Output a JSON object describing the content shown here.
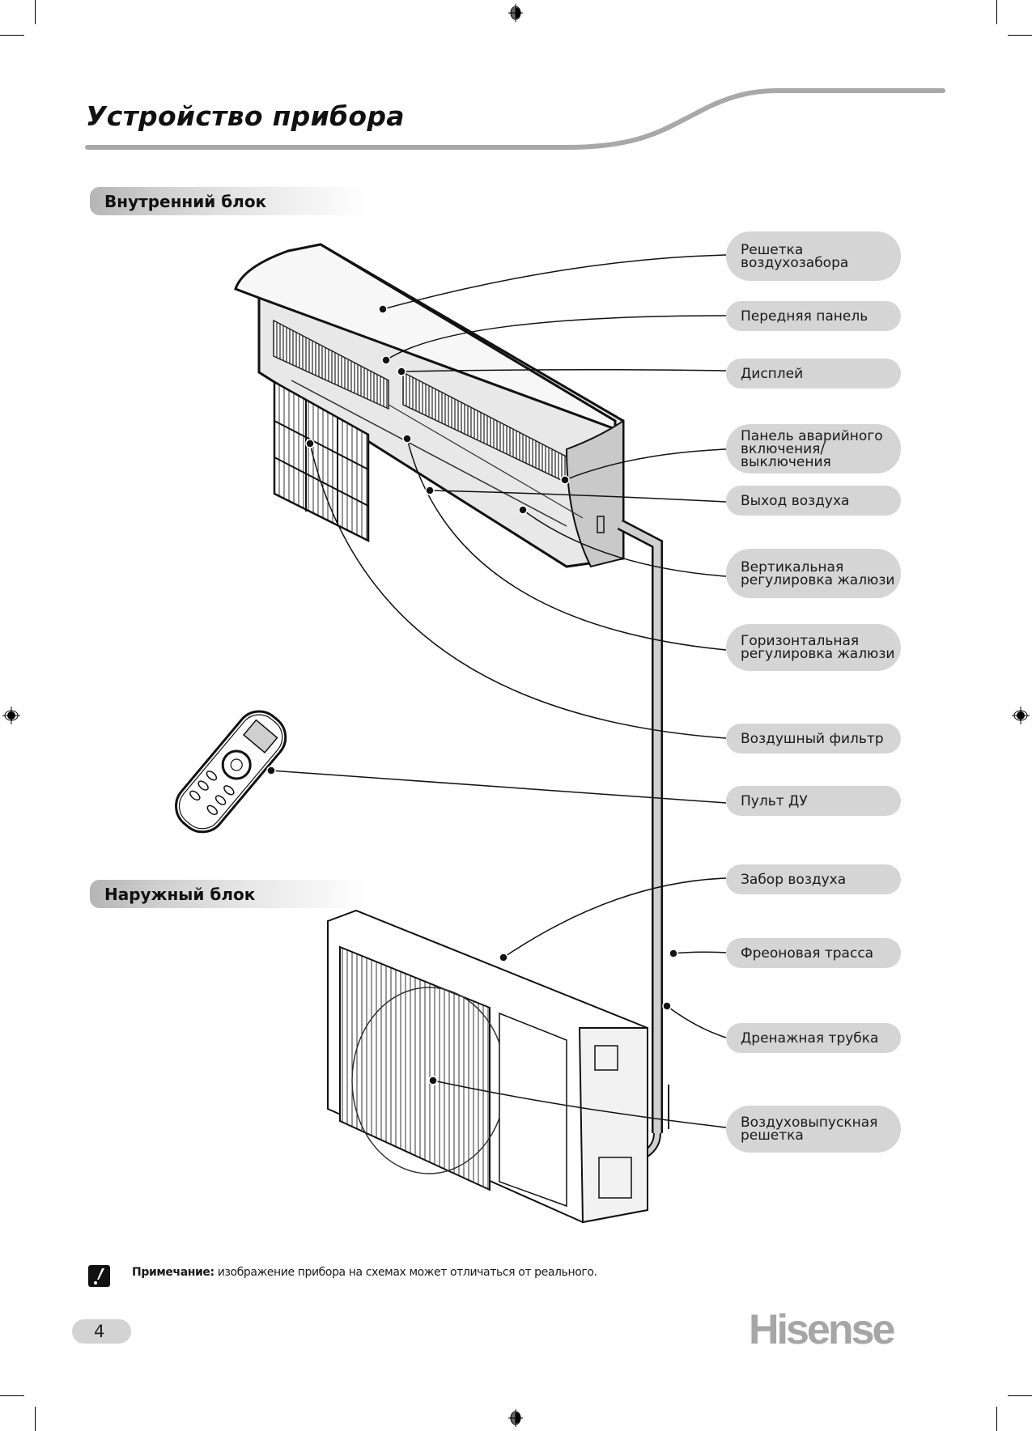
{
  "page": {
    "title": "Устройство прибора",
    "page_number": "4",
    "brand": "Hisense"
  },
  "sections": {
    "indoor": "Внутренний блок",
    "outdoor": "Наружный блок"
  },
  "callouts": [
    {
      "id": "air-intake-grille",
      "label": "Решетка\nвоздухозабора"
    },
    {
      "id": "front-panel",
      "label": "Передняя панель"
    },
    {
      "id": "display",
      "label": "Дисплей"
    },
    {
      "id": "emergency-panel",
      "label": "Панель аварийного\nвключения/\nвыключения"
    },
    {
      "id": "air-outlet",
      "label": "Выход воздуха"
    },
    {
      "id": "vertical-louver",
      "label": "Вертикальная\nрегулировка жалюзи"
    },
    {
      "id": "horizontal-louver",
      "label": "Горизонтальная\nрегулировка жалюзи"
    },
    {
      "id": "air-filter",
      "label": "Воздушный фильтр"
    },
    {
      "id": "remote-control",
      "label": "Пульт ДУ"
    },
    {
      "id": "air-inlet",
      "label": "Забор воздуха"
    },
    {
      "id": "refrigerant-line",
      "label": "Фреоновая трасса"
    },
    {
      "id": "drain-pipe",
      "label": "Дренажная трубка"
    },
    {
      "id": "air-outlet-grille",
      "label": "Воздуховыпускная\nрешетка"
    }
  ],
  "note": {
    "label": "Примечание:",
    "text": " изображение прибора на схемах может отличаться от реального."
  },
  "icons": {
    "note": "exclamation-icon",
    "registration": "registration-mark-icon"
  },
  "colors": {
    "callout_bg": "#d5d5d5",
    "rule": "#a8a8a8",
    "brand": "#a6a6a6",
    "ink": "#111111"
  }
}
